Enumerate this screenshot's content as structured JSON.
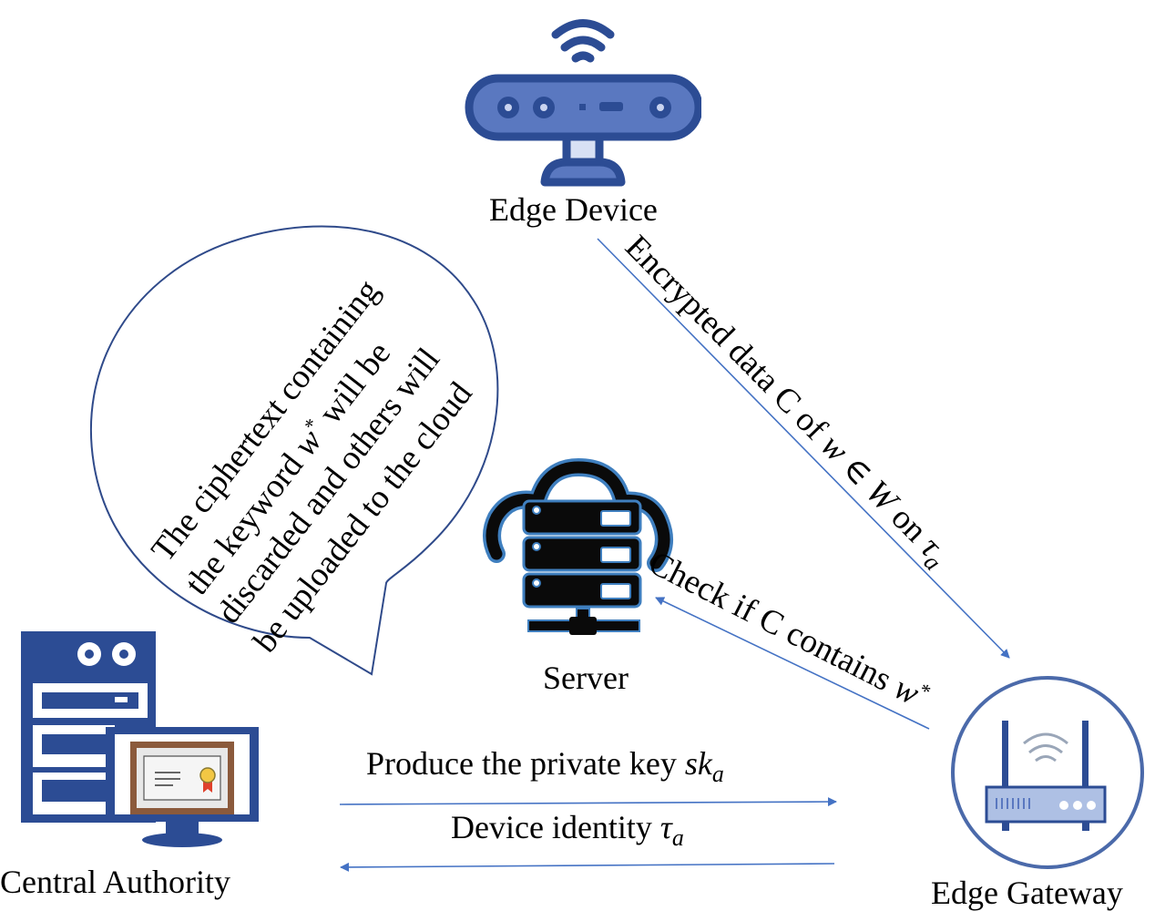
{
  "nodes": {
    "edge_device": {
      "label": "Edge Device",
      "icon": "camera-device-icon"
    },
    "server": {
      "label": "Server",
      "icon": "cloud-server-icon"
    },
    "central_authority": {
      "label": "Central Authority",
      "icon": "certificate-server-icon"
    },
    "edge_gateway": {
      "label": "Edge Gateway",
      "icon": "wifi-router-icon"
    }
  },
  "edges": {
    "encrypted_data": {
      "text": "Encrypted data C of ",
      "var_w": "w",
      "elem": " ∈ ",
      "var_W": "W",
      "on": " on ",
      "var_tau": "τ",
      "sub": "a",
      "from": "Edge Device",
      "to": "Edge Gateway"
    },
    "check": {
      "text": "Check if C contains ",
      "var_w": "w",
      "star": "*",
      "from": "Edge Gateway",
      "to": "Server"
    },
    "private_key": {
      "text": "Produce the private key ",
      "var": "sk",
      "sub": "a",
      "from": "Central Authority",
      "to": "Edge Gateway"
    },
    "device_identity": {
      "text": "Device identity ",
      "var": "τ",
      "sub": "a",
      "from": "Edge Gateway",
      "to": "Central Authority"
    }
  },
  "callout": {
    "lines": [
      {
        "text": "The ciphertext containing"
      },
      {
        "pre": "the  keyword ",
        "var": "w",
        "star": "*",
        "post": " will  be"
      },
      {
        "text": "discarded and others will"
      },
      {
        "text": "be uploaded to the cloud"
      }
    ]
  },
  "colors": {
    "icon_blue": "#2c4c94",
    "icon_light": "#5a78c0",
    "arrow_blue": "#4472c4",
    "callout_stroke": "#2f4a8a",
    "cert_frame": "#8b5a3c",
    "ribbon_red": "#e0412c",
    "seal_gold": "#f2c744"
  }
}
